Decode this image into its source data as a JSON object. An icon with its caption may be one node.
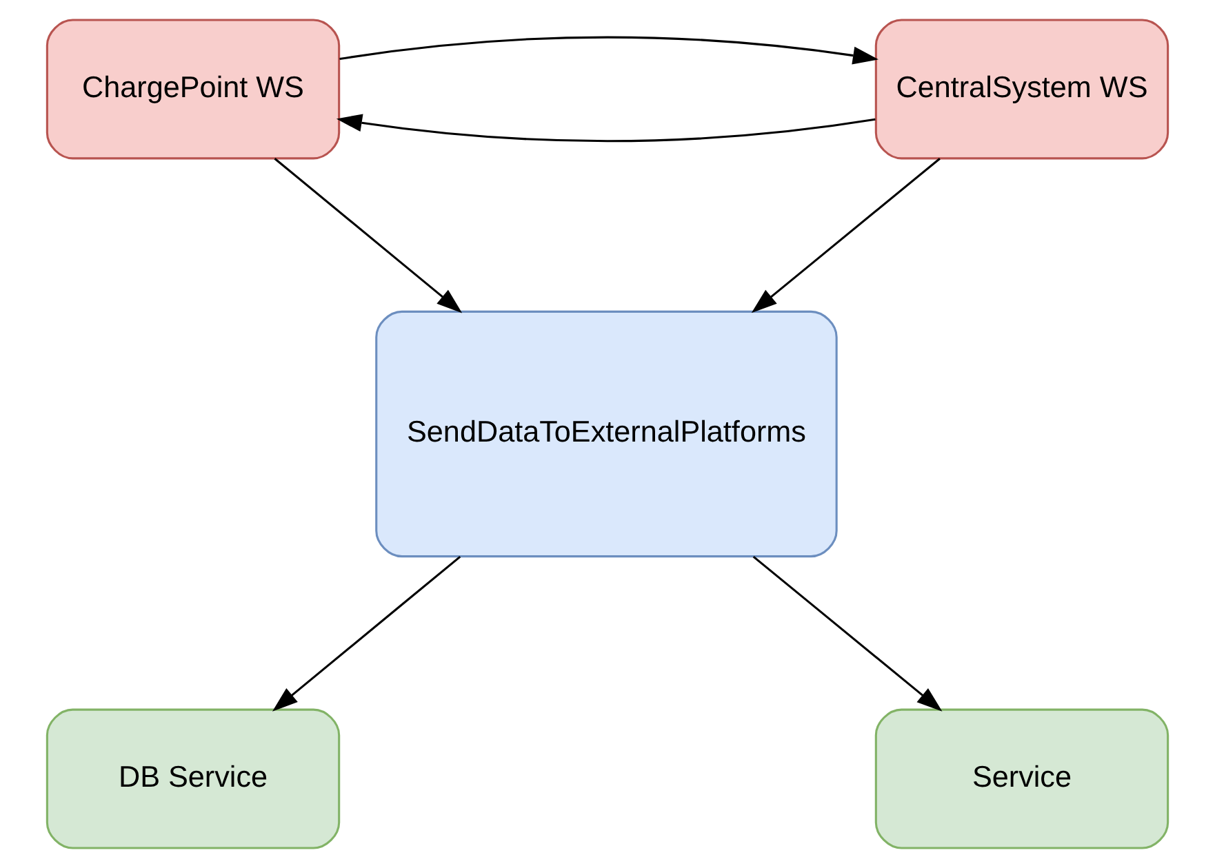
{
  "diagram": {
    "nodes": [
      {
        "text": [
          "ChargePoint WS"
        ]
      },
      {
        "text": [
          "CentralSystem WS"
        ]
      },
      {
        "text": [
          "SendDataToExternalPlatforms"
        ]
      },
      {
        "text": [
          "DB Service"
        ]
      },
      {
        "text": [
          "Service"
        ]
      }
    ],
    "edges": [
      {
        "from": 1,
        "to": 0,
        "arrow": "to"
      },
      {
        "from": 0,
        "to": 1,
        "arrow": "to"
      },
      {
        "from": 0,
        "to": 2,
        "arrow": "to"
      },
      {
        "from": 1,
        "to": 2,
        "arrow": "to"
      },
      {
        "from": 2,
        "to": 3,
        "arrow": "to"
      },
      {
        "from": 2,
        "to": 4,
        "arrow": "to"
      }
    ]
  }
}
